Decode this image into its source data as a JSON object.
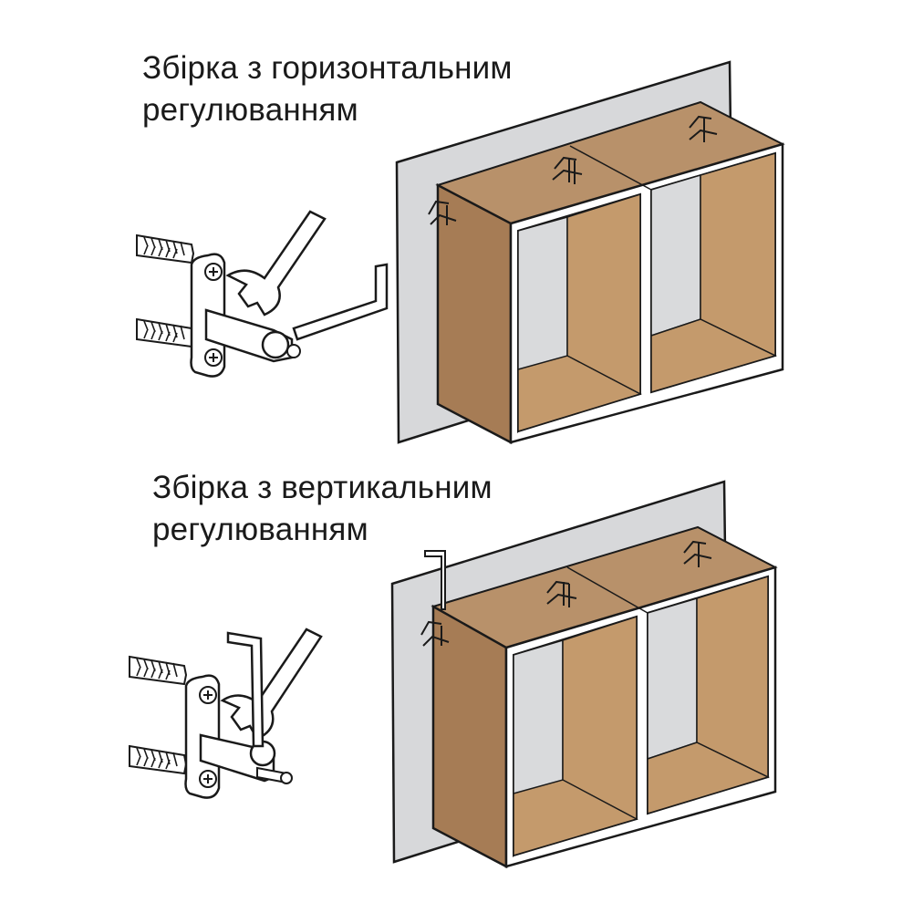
{
  "sections": [
    {
      "title_line1": "Збірка з горизонтальним",
      "title_line2": "регулюванням"
    },
    {
      "title_line1": "Збірка з вертикальним",
      "title_line2": "регулюванням"
    }
  ],
  "colors": {
    "wall": "#d7d8da",
    "wood_side": "#a67c55",
    "wood_light": "#c49a6c",
    "cabinet_inner": "#d9dadc",
    "outline": "#1a1a1a"
  }
}
